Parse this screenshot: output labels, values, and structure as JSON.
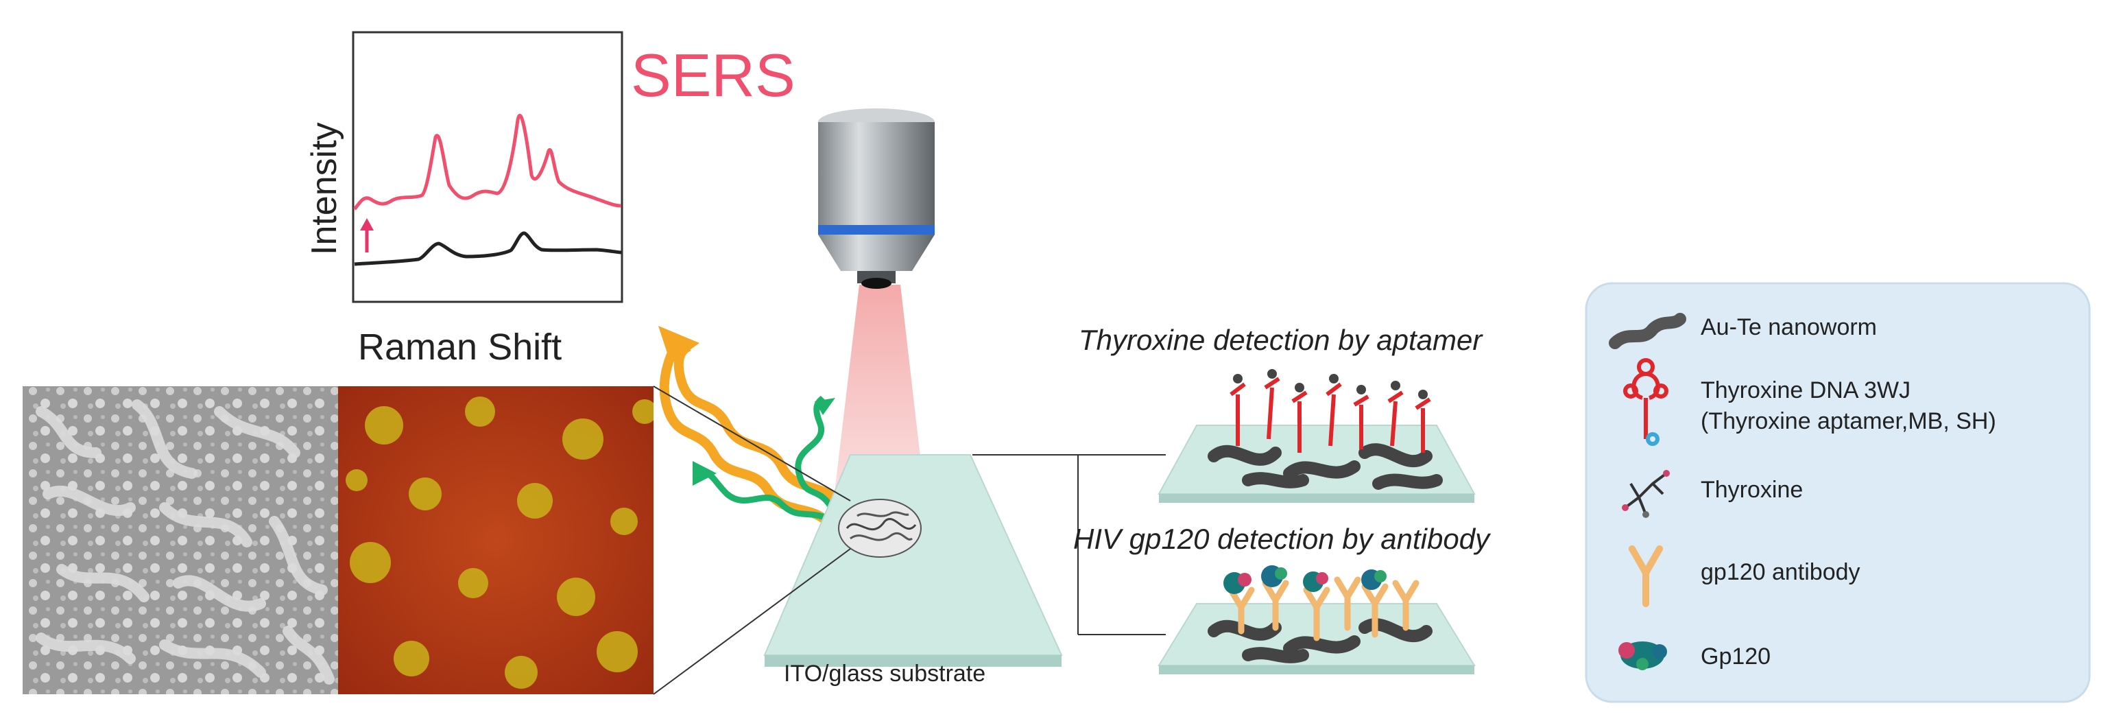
{
  "spectrum": {
    "ylabel": "Intensity",
    "xlabel": "Raman Shift",
    "sers_label": "SERS",
    "colors": {
      "sers": "#f0506e",
      "reference": "#222222",
      "arrow": "#e8336d"
    }
  },
  "substrate": {
    "label": "ITO/glass substrate"
  },
  "detection": {
    "thyroxine": "Thyroxine detection by aptamer",
    "hiv": "HIV gp120 detection by antibody"
  },
  "legend": {
    "items": [
      {
        "icon": "nanoworm-icon",
        "label": "Au-Te nanoworm"
      },
      {
        "icon": "dna-3wj-icon",
        "label": "Thyroxine DNA 3WJ",
        "sublabel": "(Thyroxine aptamer,MB, SH)"
      },
      {
        "icon": "thyroxine-molecule-icon",
        "label": "Thyroxine"
      },
      {
        "icon": "antibody-icon",
        "label": "gp120 antibody"
      },
      {
        "icon": "gp120-protein-icon",
        "label": "Gp120"
      }
    ]
  },
  "colors": {
    "beam": "#f4b6b6",
    "scatter_orange": "#f5a623",
    "scatter_green": "#1db36b",
    "legend_bg": "#dcebf5",
    "glass": "#cfe9e3",
    "aptamer_red": "#e0262b",
    "antibody_orange": "#f2b870"
  }
}
